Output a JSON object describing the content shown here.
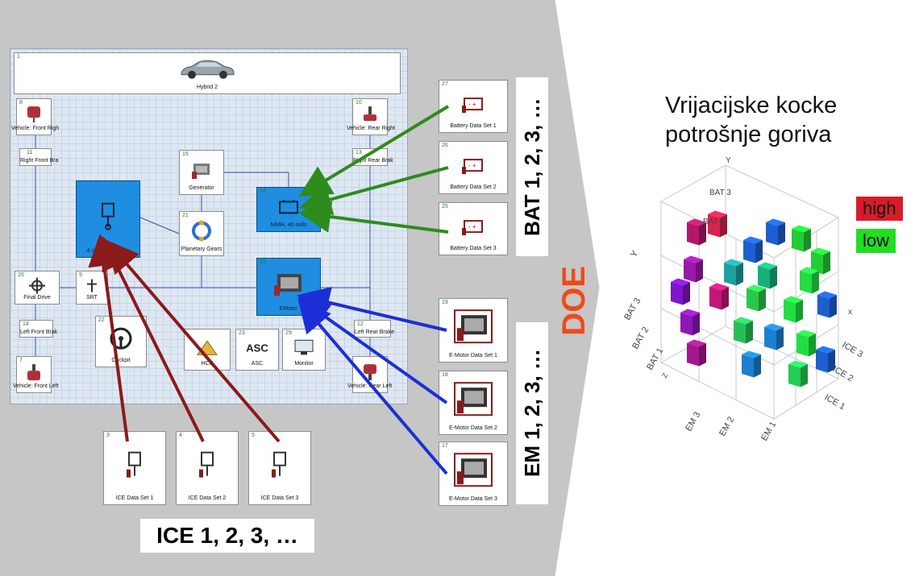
{
  "vehicle": {
    "number": "1",
    "label": "Hybrid 2"
  },
  "blocks": {
    "vehicle_front_right": {
      "number": "8",
      "label": "Vehicle: Front Righ"
    },
    "right_front_brake": {
      "number": "11",
      "label": "Right Front Bra"
    },
    "generator": {
      "number": "15",
      "label": "Generator"
    },
    "engine": {
      "number": "",
      "label": "4 cylinder engine"
    },
    "planetary_gears": {
      "number": "21",
      "label": "Planetary Gears"
    },
    "battery": {
      "number": "24",
      "label": "NiMH, 40 cells"
    },
    "vehicle_rear_right": {
      "number": "10",
      "label": "Vehicle: Rear Right"
    },
    "right_rear_brake": {
      "number": "13",
      "label": "Right Rear Brak"
    },
    "final_drive": {
      "number": "20",
      "label": "Final Drive"
    },
    "srt": {
      "number": "9",
      "label": "SRT"
    },
    "emotor": {
      "number": "19",
      "label": "EMotor"
    },
    "left_front_brake": {
      "number": "14",
      "label": "Left Front Brak"
    },
    "left_rear_brake": {
      "number": "12",
      "label": "Left Rear Brake"
    },
    "cockpit": {
      "number": "22",
      "label": "Cockpit"
    },
    "hcu": {
      "number": "",
      "label": "HCU"
    },
    "asc": {
      "number": "23",
      "label": "ASC",
      "glyph": "ASC"
    },
    "monitor": {
      "number": "29",
      "label": "Monitor"
    },
    "vehicle_front_left": {
      "number": "7",
      "label": "Vehicle: Front Left"
    },
    "vehicle_rear_left": {
      "number": "",
      "label": "Vehicle: Rear Left"
    }
  },
  "battery_sets": [
    {
      "number": "27",
      "label": "Battery Data Set 1"
    },
    {
      "number": "26",
      "label": "Battery Data Set 2"
    },
    {
      "number": "25",
      "label": "Battery Data Set 3"
    }
  ],
  "emotor_sets": [
    {
      "number": "19",
      "label": "E-Motor Data Set 1"
    },
    {
      "number": "18",
      "label": "E-Motor Data Set 2"
    },
    {
      "number": "17",
      "label": "E-Motor Data Set 3"
    }
  ],
  "ice_sets": [
    {
      "number": "3",
      "label": "ICE Data Set 1"
    },
    {
      "number": "4",
      "label": "ICE Data Set 2"
    },
    {
      "number": "5",
      "label": "ICE Data Set 3"
    }
  ],
  "labels": {
    "bat": "BAT 1, 2, 3, …",
    "em": "EM 1, 2, 3, …",
    "ice": "ICE 1, 2, 3, …",
    "doe": "DOE"
  },
  "cube": {
    "title_line1": "Vrijacijske kocke",
    "title_line2": "potrošnje goriva",
    "legend": [
      {
        "label": "high",
        "color": "#d81b2c"
      },
      {
        "label": "low",
        "color": "#22dd22"
      }
    ],
    "y_axis": "Y",
    "x_axis": "x",
    "z_axis": "Z",
    "bat_ticks": [
      "BAT 3",
      "BAT 2",
      "BAT 1"
    ],
    "ice_ticks": [
      "ICE 3",
      "ICE 2",
      "ICE 1"
    ],
    "em_ticks": [
      "EM 3",
      "EM 2",
      "EM 1"
    ],
    "top_ticks": [
      "BAT 3",
      "BAT 2"
    ],
    "side_y": "Y"
  },
  "colors": {
    "ice_arrow": "#8b1a1a",
    "bat_arrow": "#2e8b1e",
    "em_arrow": "#1c2fd6",
    "selected_block": "#1f8de0"
  }
}
